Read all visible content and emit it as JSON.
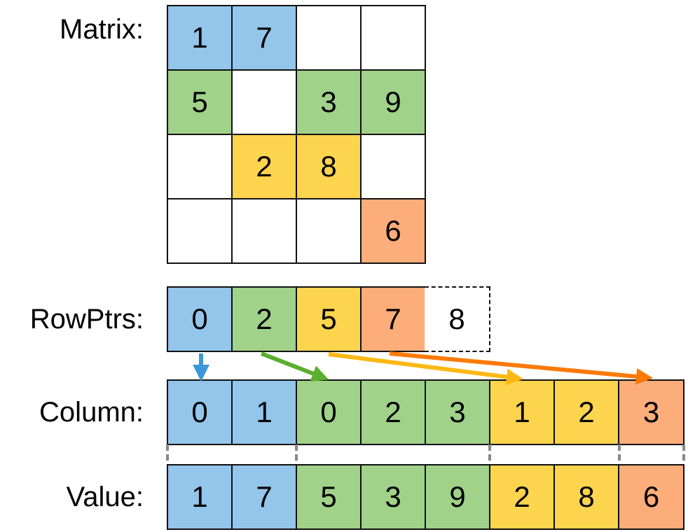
{
  "labels": {
    "matrix": "Matrix:",
    "rowptrs": "RowPtrs:",
    "column": "Column:",
    "value": "Value:"
  },
  "colors": {
    "blue": "#94c5ea",
    "green": "#a0d28a",
    "yellow": "#fdd44d",
    "orange": "#fdad7a",
    "arrow_blue": "#3e97d8",
    "arrow_green": "#5aaf2e",
    "arrow_yellow": "#fdb813",
    "arrow_orange": "#fd7a06",
    "connector_gray": "#888888"
  },
  "matrix": {
    "rows": [
      [
        "1",
        "7",
        "",
        ""
      ],
      [
        "5",
        "",
        "3",
        "9"
      ],
      [
        "",
        "2",
        "8",
        ""
      ],
      [
        "",
        "",
        "",
        "6"
      ]
    ],
    "row_colors": [
      "blue",
      "green",
      "yellow",
      "orange"
    ]
  },
  "rowptrs": {
    "values": [
      "0",
      "2",
      "5",
      "7",
      "8"
    ],
    "colors": [
      "blue",
      "green",
      "yellow",
      "orange",
      "dashed"
    ]
  },
  "column": {
    "values": [
      "0",
      "1",
      "0",
      "2",
      "3",
      "1",
      "2",
      "3"
    ],
    "colors": [
      "blue",
      "blue",
      "green",
      "green",
      "green",
      "yellow",
      "yellow",
      "orange"
    ]
  },
  "value": {
    "values": [
      "1",
      "7",
      "5",
      "3",
      "9",
      "2",
      "8",
      "6"
    ],
    "colors": [
      "blue",
      "blue",
      "green",
      "green",
      "green",
      "yellow",
      "yellow",
      "orange"
    ]
  }
}
